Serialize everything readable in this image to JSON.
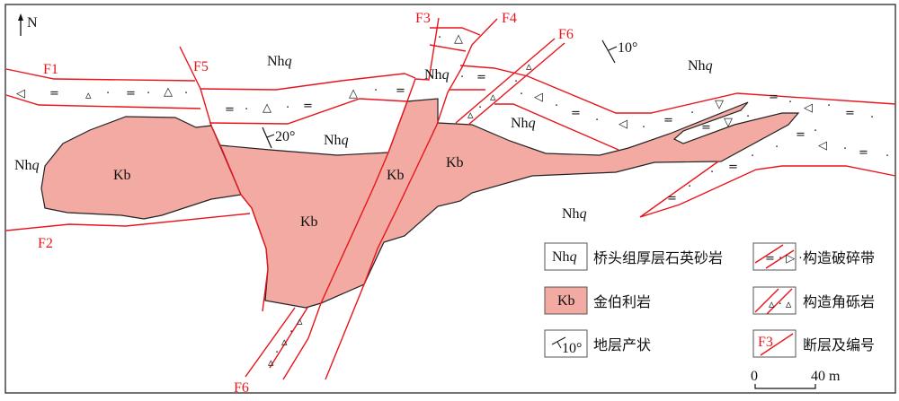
{
  "north_label": "N",
  "formation_label": "Nh",
  "formation_italic": "q",
  "intrusion_label": "Kb",
  "faults": {
    "f1": "F1",
    "f2": "F2",
    "f3": "F3",
    "f4": "F4",
    "f5": "F5",
    "f6": "F6"
  },
  "dips": {
    "d1": "20°",
    "d2": "10°"
  },
  "legend": {
    "nhq": "桥头组厚层石英砂岩",
    "kb": "金伯利岩",
    "attitude": "地层产状",
    "attitude_sample": "10°",
    "fracture_zone": "构造破碎带",
    "breccia": "构造角砾岩",
    "fault": "断层及编号",
    "fault_sample": "F3"
  },
  "scale": {
    "start": "0",
    "end": "40 m"
  },
  "colors": {
    "fault": "#e8141b",
    "kimberlite": "#f2aaa2"
  }
}
